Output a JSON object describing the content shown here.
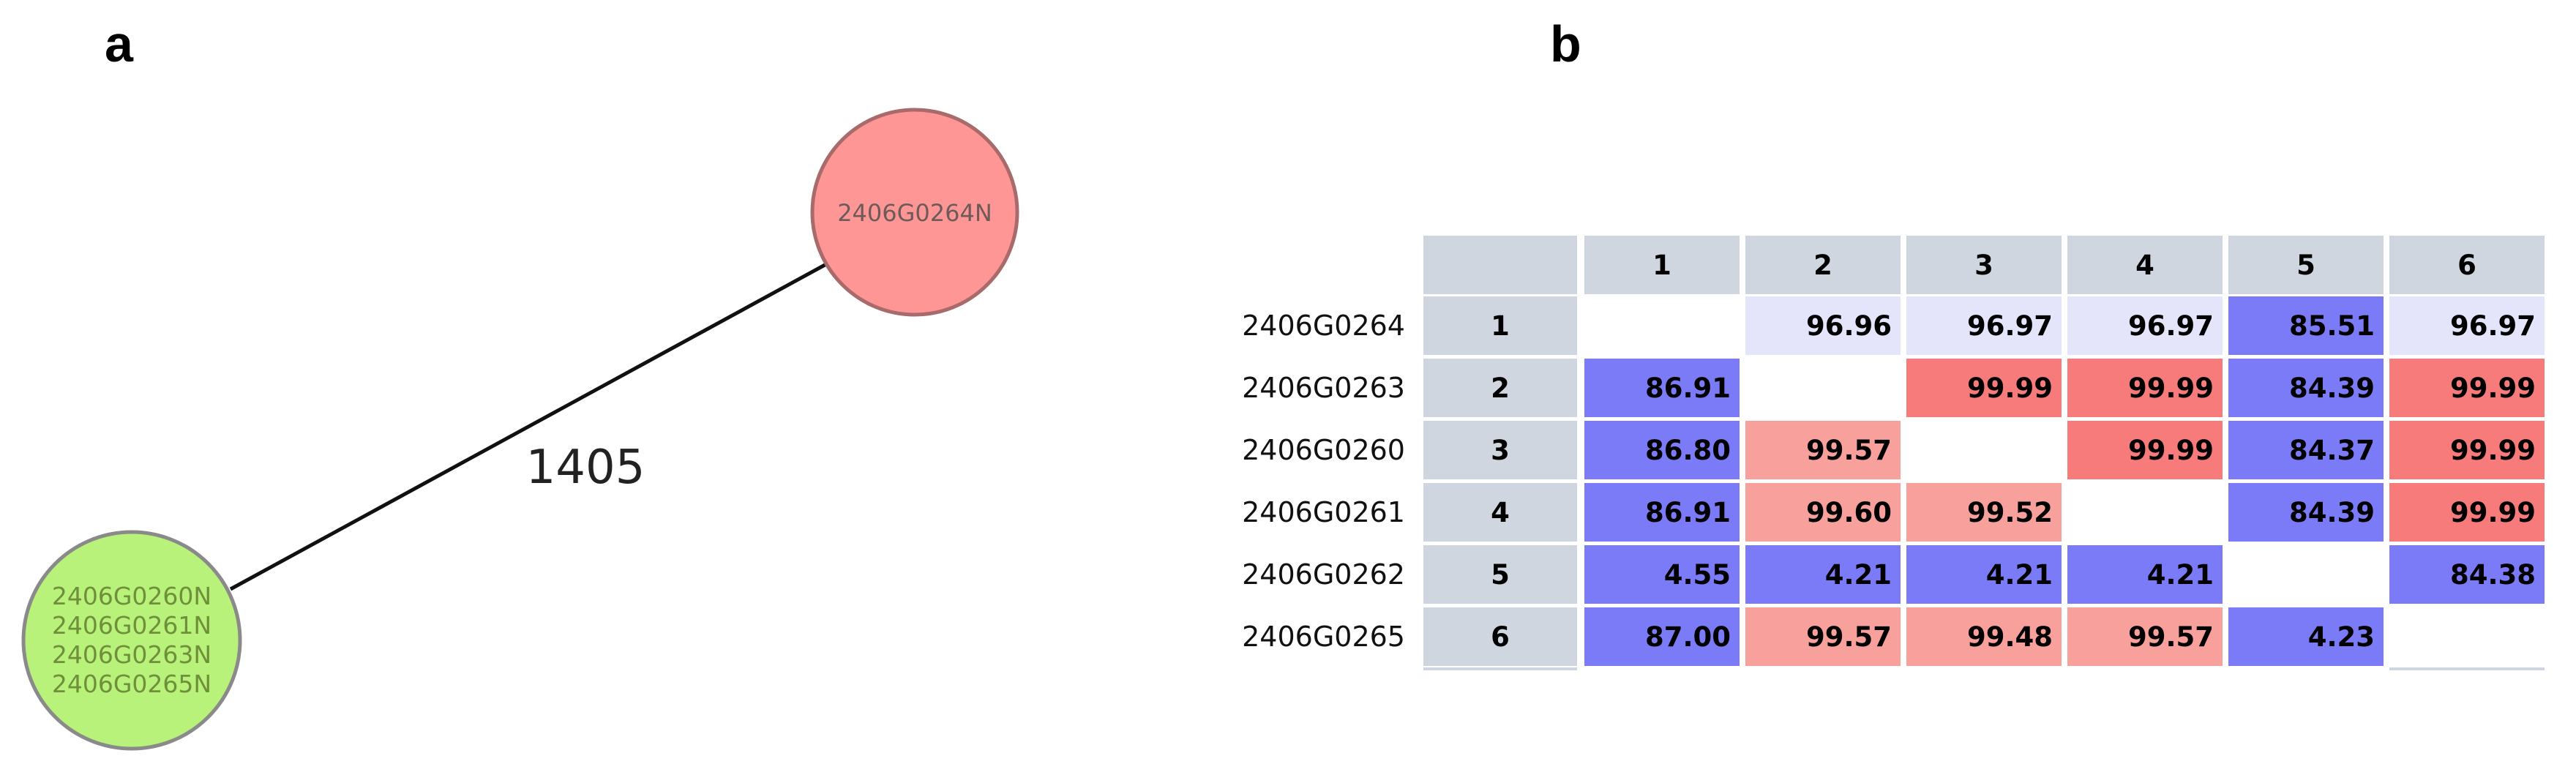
{
  "panels": {
    "a": "a",
    "b": "b"
  },
  "network": {
    "edge_label": "1405",
    "nodes": [
      {
        "id": "node-red",
        "labels": [
          "2406G0264N"
        ],
        "color": "#ff9696",
        "stroke": "#a86a6a",
        "text_color": "#6f5a5a"
      },
      {
        "id": "node-green",
        "labels": [
          "2406G0260N",
          "2406G0261N",
          "2406G0263N",
          "2406G0265N"
        ],
        "color": "#b8f27a",
        "stroke": "#8a8a8a",
        "text_color": "#6f8f3a"
      }
    ]
  },
  "matrix": {
    "column_headers": [
      "1",
      "2",
      "3",
      "4",
      "5",
      "6"
    ],
    "rows": [
      {
        "name": "2406G0264",
        "index": "1",
        "cells": [
          {
            "v": "",
            "c": "empty"
          },
          {
            "v": "96.96",
            "c": "lav"
          },
          {
            "v": "96.97",
            "c": "lav"
          },
          {
            "v": "96.97",
            "c": "lav"
          },
          {
            "v": "85.51",
            "c": "blue"
          },
          {
            "v": "96.97",
            "c": "lav"
          }
        ]
      },
      {
        "name": "2406G0263",
        "index": "2",
        "cells": [
          {
            "v": "86.91",
            "c": "blue"
          },
          {
            "v": "",
            "c": "empty"
          },
          {
            "v": "99.99",
            "c": "red"
          },
          {
            "v": "99.99",
            "c": "red"
          },
          {
            "v": "84.39",
            "c": "blue"
          },
          {
            "v": "99.99",
            "c": "red"
          }
        ]
      },
      {
        "name": "2406G0260",
        "index": "3",
        "cells": [
          {
            "v": "86.80",
            "c": "blue"
          },
          {
            "v": "99.57",
            "c": "pink"
          },
          {
            "v": "",
            "c": "empty"
          },
          {
            "v": "99.99",
            "c": "red"
          },
          {
            "v": "84.37",
            "c": "blue"
          },
          {
            "v": "99.99",
            "c": "red"
          }
        ]
      },
      {
        "name": "2406G0261",
        "index": "4",
        "cells": [
          {
            "v": "86.91",
            "c": "blue"
          },
          {
            "v": "99.60",
            "c": "pink"
          },
          {
            "v": "99.52",
            "c": "pink"
          },
          {
            "v": "",
            "c": "empty"
          },
          {
            "v": "84.39",
            "c": "blue"
          },
          {
            "v": "99.99",
            "c": "red"
          }
        ]
      },
      {
        "name": "2406G0262",
        "index": "5",
        "cells": [
          {
            "v": "4.55",
            "c": "blue"
          },
          {
            "v": "4.21",
            "c": "blue"
          },
          {
            "v": "4.21",
            "c": "blue"
          },
          {
            "v": "4.21",
            "c": "blue"
          },
          {
            "v": "",
            "c": "empty"
          },
          {
            "v": "84.38",
            "c": "blue"
          }
        ]
      },
      {
        "name": "2406G0265",
        "index": "6",
        "cells": [
          {
            "v": "87.00",
            "c": "blue"
          },
          {
            "v": "99.57",
            "c": "pink"
          },
          {
            "v": "99.48",
            "c": "pink"
          },
          {
            "v": "99.57",
            "c": "pink"
          },
          {
            "v": "4.23",
            "c": "blue"
          },
          {
            "v": "",
            "c": "empty"
          }
        ]
      }
    ],
    "colors": {
      "header": "#cfd6df",
      "lav": "#e4e4fb",
      "blue": "#7b7bf7",
      "red": "#f77b7b",
      "pink": "#f8a09c",
      "empty": "#ffffff"
    }
  }
}
